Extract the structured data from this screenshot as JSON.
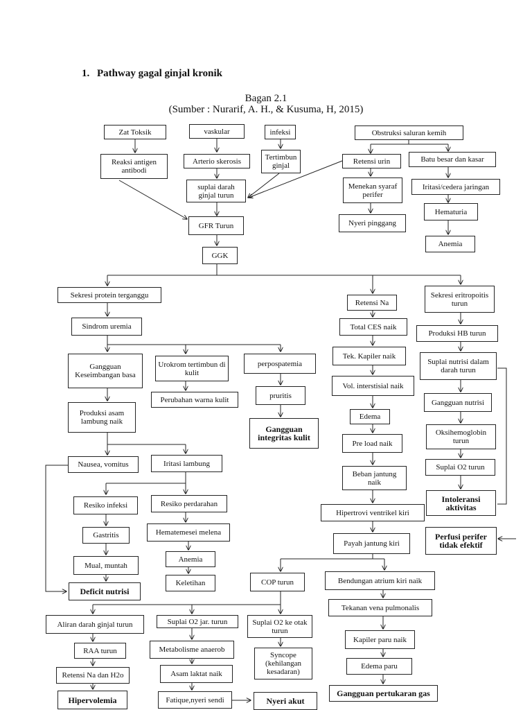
{
  "heading": {
    "number": "1.",
    "text": "Pathway gagal ginjal kronik"
  },
  "caption": {
    "line1": "Bagan 2.1",
    "line2": "(Sumber : Nurarif, A. H., & Kusuma, H, 2015)"
  },
  "nodes": {
    "zat_toksik": "Zat Toksik",
    "vaskular": "vaskular",
    "infeksi": "infeksi",
    "obstruksi": "Obstruksi  saluran kemih",
    "reaksi_antigen": "Reaksi  antigen antibodi",
    "arterio": "Arterio skerosis",
    "tertimbun_ginjal": "Tertimbun ginjal",
    "retensi_urin": "Retensi urin",
    "batu_besar": "Batu besar dan kasar",
    "suplai_darah_ginjal": "suplai darah ginjal turun",
    "menekan_syaraf": "Menekan syaraf perifer",
    "iritasi_jaringan": "Iritasi/cedera jaringan",
    "hematuria": "Hematuria",
    "gfr": "GFR Turun",
    "nyeri_pinggang": "Nyeri pinggang",
    "anemia_top": "Anemia",
    "ggk": "GGK",
    "sekresi_protein": "Sekresi protein terganggu",
    "retensi_na": "Retensi Na",
    "sekresi_eritropoitis": "Sekresi eritropoitis  turun",
    "sindrom_uremia": "Sindrom uremia",
    "total_ces": "Total CES naik",
    "produksi_hb": "Produksi HB turun",
    "gangguan_keseimbangan": "Gangguan Keseimbangan basa",
    "urokrom": "Urokrom tertimbun di kulit",
    "perpospatemia": "perpospatemia",
    "tek_kapiler": "Tek. Kapiler naik",
    "suplai_nutrisi": "Suplai nutrisi dalam  darah turun",
    "perubahan_warna": "Perubahan warna kulit",
    "pruritis": "pruritis",
    "vol_interstisial": "Vol. interstisial naik",
    "gangguan_nutrisi": "Gangguan nutrisi",
    "produksi_asam": "Produksi asam lambung naik",
    "edema": "Edema",
    "gangguan_integritas": "Gangguan integritas kulit",
    "oksihemoglobin": "Oksihemoglobin turun",
    "pre_load": "Pre load naik",
    "nausea": "Nausea, vomitus",
    "iritasi_lambung": "Iritasi lambung",
    "suplai_o2_turun": "Suplai O2 turun",
    "beban_jantung": "Beban jantung naik",
    "intoleransi": "Intoleransi aktivitas",
    "resiko_infeksi": "Resiko infeksi",
    "resiko_perdarahan": "Resiko perdarahan",
    "hipertrovi": "Hipertrovi ventrikel kiri",
    "gastritis": "Gastritis",
    "hematemesis": "Hematemesei melena",
    "perfusi": "Perfusi perifer tidak efektif",
    "payah_jantung": "Payah jantung  kiri",
    "anemia_mid": "Anemia",
    "mual": "Mual, muntah",
    "keletihan": "Keletihan",
    "cop_turun": "COP turun",
    "bendungan": "Bendungan atrium kiri naik",
    "deficit_nutrisi": "Deficit nutrisi",
    "tekanan_vena": "Tekanan vena pulmonalis",
    "aliran_darah": "Aliran darah ginjal turun",
    "suplai_o2_jar": "Suplai O2 jar. turun",
    "suplai_o2_otak": "Suplai O2 ke otak turun",
    "kapiler_paru": "Kapiler paru naik",
    "raa_turun": "RAA turun",
    "metabolisme": "Metabolisme anaerob",
    "syncope": "Syncope (kehilangan kesadaran)",
    "edema_paru": "Edema paru",
    "retensi_na_h2o": "Retensi Na dan H2o",
    "asam_laktat": "Asam laktat naik",
    "gangguan_pertukaran": "Gangguan pertukaran gas",
    "hipervolemia": "Hipervolemia",
    "fatique": "Fatique,nyeri sendi",
    "nyeri_akut": "Nyeri  akut"
  }
}
